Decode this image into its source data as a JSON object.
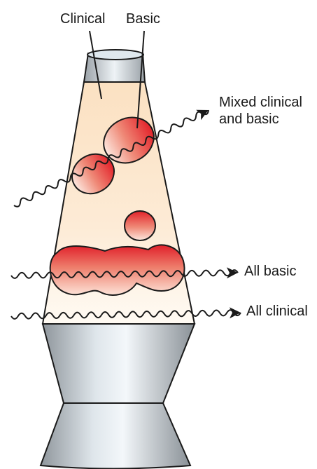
{
  "labels": {
    "clinical": "Clinical",
    "basic": "Basic",
    "mixed_line1": "Mixed clinical",
    "mixed_line2": "and basic",
    "all_basic": "All basic",
    "all_clinical": "All clinical"
  },
  "colors": {
    "lamp_liquid_top": "#fbe3c6",
    "lamp_liquid_bottom": "#fffaf2",
    "blob_red": "#e5262b",
    "blob_light": "#fde6dc",
    "metal_light": "#e8eef2",
    "metal_dark": "#8e959b",
    "outline": "#1a1a1a"
  }
}
